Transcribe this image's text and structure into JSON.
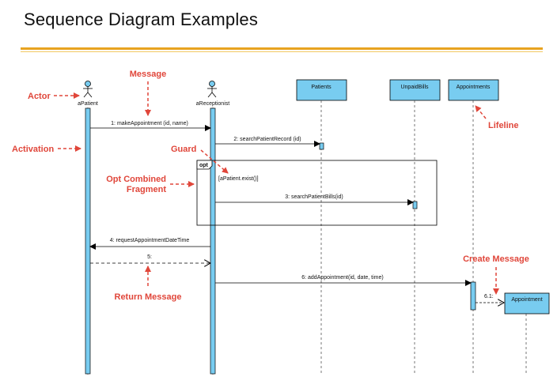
{
  "title": "Sequence Diagram Examples",
  "lifelines": {
    "patient": "aPatient",
    "receptionist": "aReceptionist",
    "patients": "Patients",
    "unpaid_bills": "UnpaidBills",
    "appointments": "Appointments",
    "appointment": "Appointment"
  },
  "fragment": {
    "operator": "opt",
    "guard": "[aPatient.exist()]"
  },
  "messages": {
    "m1": "1: makeAppointment (id, name)",
    "m2": "2: searchPatientRecord (id)",
    "m3": "3: searchPatientBills(id)",
    "m4": "4: requestAppointmentDateTime",
    "m5": "5:",
    "m6": "6: addAppointment(id, date, time)",
    "m61": "6.1:"
  },
  "annotations": {
    "actor": "Actor",
    "message": "Message",
    "activation": "Activation",
    "guard": "Guard",
    "opt_line1": "Opt Combined",
    "opt_line2": "Fragment",
    "lifeline": "Lifeline",
    "create_message": "Create Message",
    "return_message": "Return Message"
  },
  "colors": {
    "box_fill": "#78ccf0",
    "annotation": "#e0463a",
    "rule": "#e8a320"
  }
}
